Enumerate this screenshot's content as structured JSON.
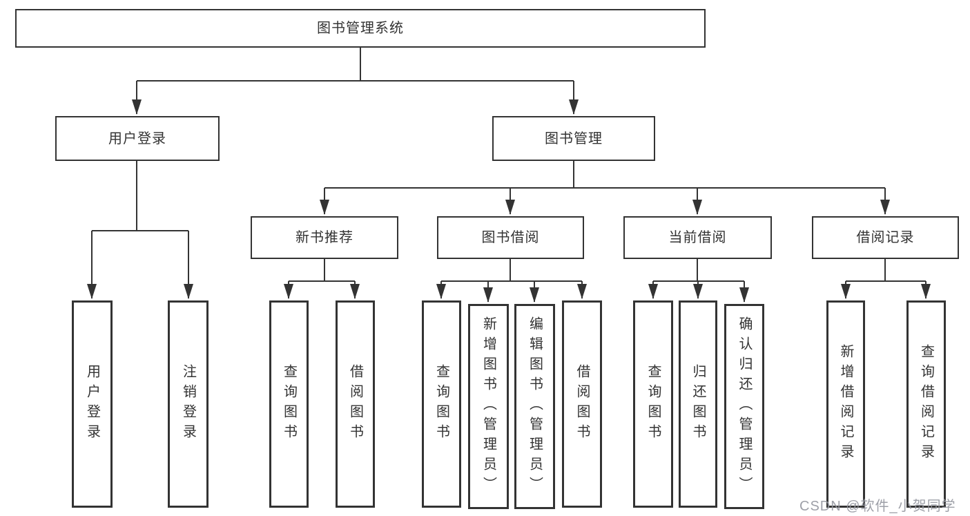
{
  "diagram": {
    "root": {
      "label": "图书管理系统"
    },
    "user_login": {
      "label": "用户登录",
      "children": [
        {
          "label": "用户登录"
        },
        {
          "label": "注销登录"
        }
      ]
    },
    "book_management": {
      "label": "图书管理",
      "children": [
        {
          "label": "新书推荐",
          "children": [
            {
              "label": "查询图书"
            },
            {
              "label": "借阅图书"
            }
          ]
        },
        {
          "label": "图书借阅",
          "children": [
            {
              "label": "查询图书"
            },
            {
              "label": "新增图书（管理员）"
            },
            {
              "label": "编辑图书（管理员）"
            },
            {
              "label": "借阅图书"
            }
          ]
        },
        {
          "label": "当前借阅",
          "children": [
            {
              "label": "查询图书"
            },
            {
              "label": "归还图书"
            },
            {
              "label": "确认归还（管理员）"
            }
          ]
        },
        {
          "label": "借阅记录",
          "children": [
            {
              "label": "新增借阅记录"
            },
            {
              "label": "查询借阅记录"
            }
          ]
        }
      ]
    },
    "colors": {
      "line": "#333333",
      "box_border": "#333333",
      "box_background": "#ffffff",
      "text": "#333333",
      "watermark": "#94969e"
    }
  },
  "watermark": {
    "text": "CSDN @软件_小贺同学"
  }
}
